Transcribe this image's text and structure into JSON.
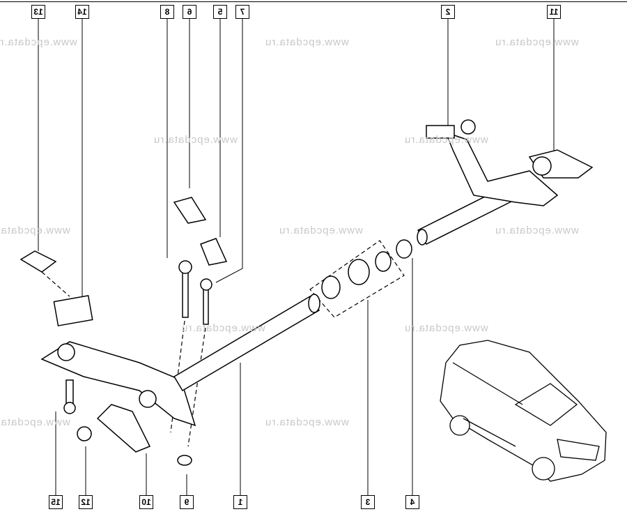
{
  "watermark": "www.epcdata.ru",
  "callouts_top": [
    "13",
    "14",
    "8",
    "6",
    "5",
    "7",
    "2",
    "11"
  ],
  "callouts_bottom": [
    "15",
    "12",
    "10",
    "9",
    "1",
    "3",
    "4"
  ]
}
